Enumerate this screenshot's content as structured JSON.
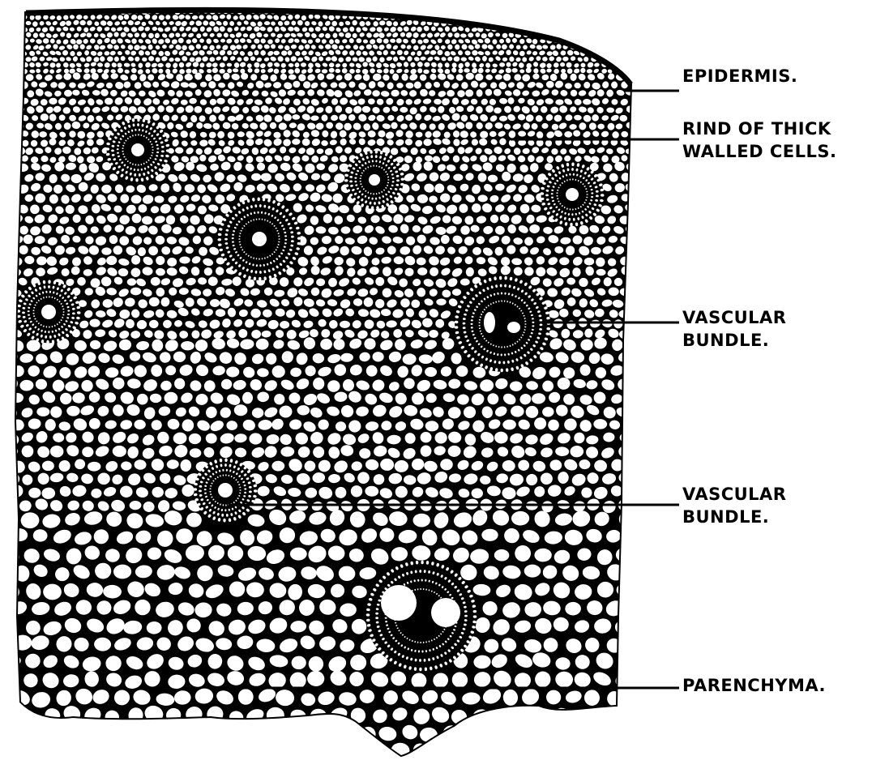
{
  "diagram": {
    "colors": {
      "ink": "#000000",
      "paper": "#ffffff"
    },
    "labels": [
      {
        "id": "epidermis",
        "lines": [
          "EPIDERMIS."
        ]
      },
      {
        "id": "rind",
        "lines": [
          "RIND OF THICK",
          "WALLED CELLS."
        ]
      },
      {
        "id": "vascular-bundle-1",
        "lines": [
          "VASCULAR",
          "BUNDLE."
        ]
      },
      {
        "id": "vascular-bundle-2",
        "lines": [
          "VASCULAR",
          "BUNDLE."
        ]
      },
      {
        "id": "parenchyma",
        "lines": [
          "PARENCHYMA."
        ]
      }
    ]
  }
}
